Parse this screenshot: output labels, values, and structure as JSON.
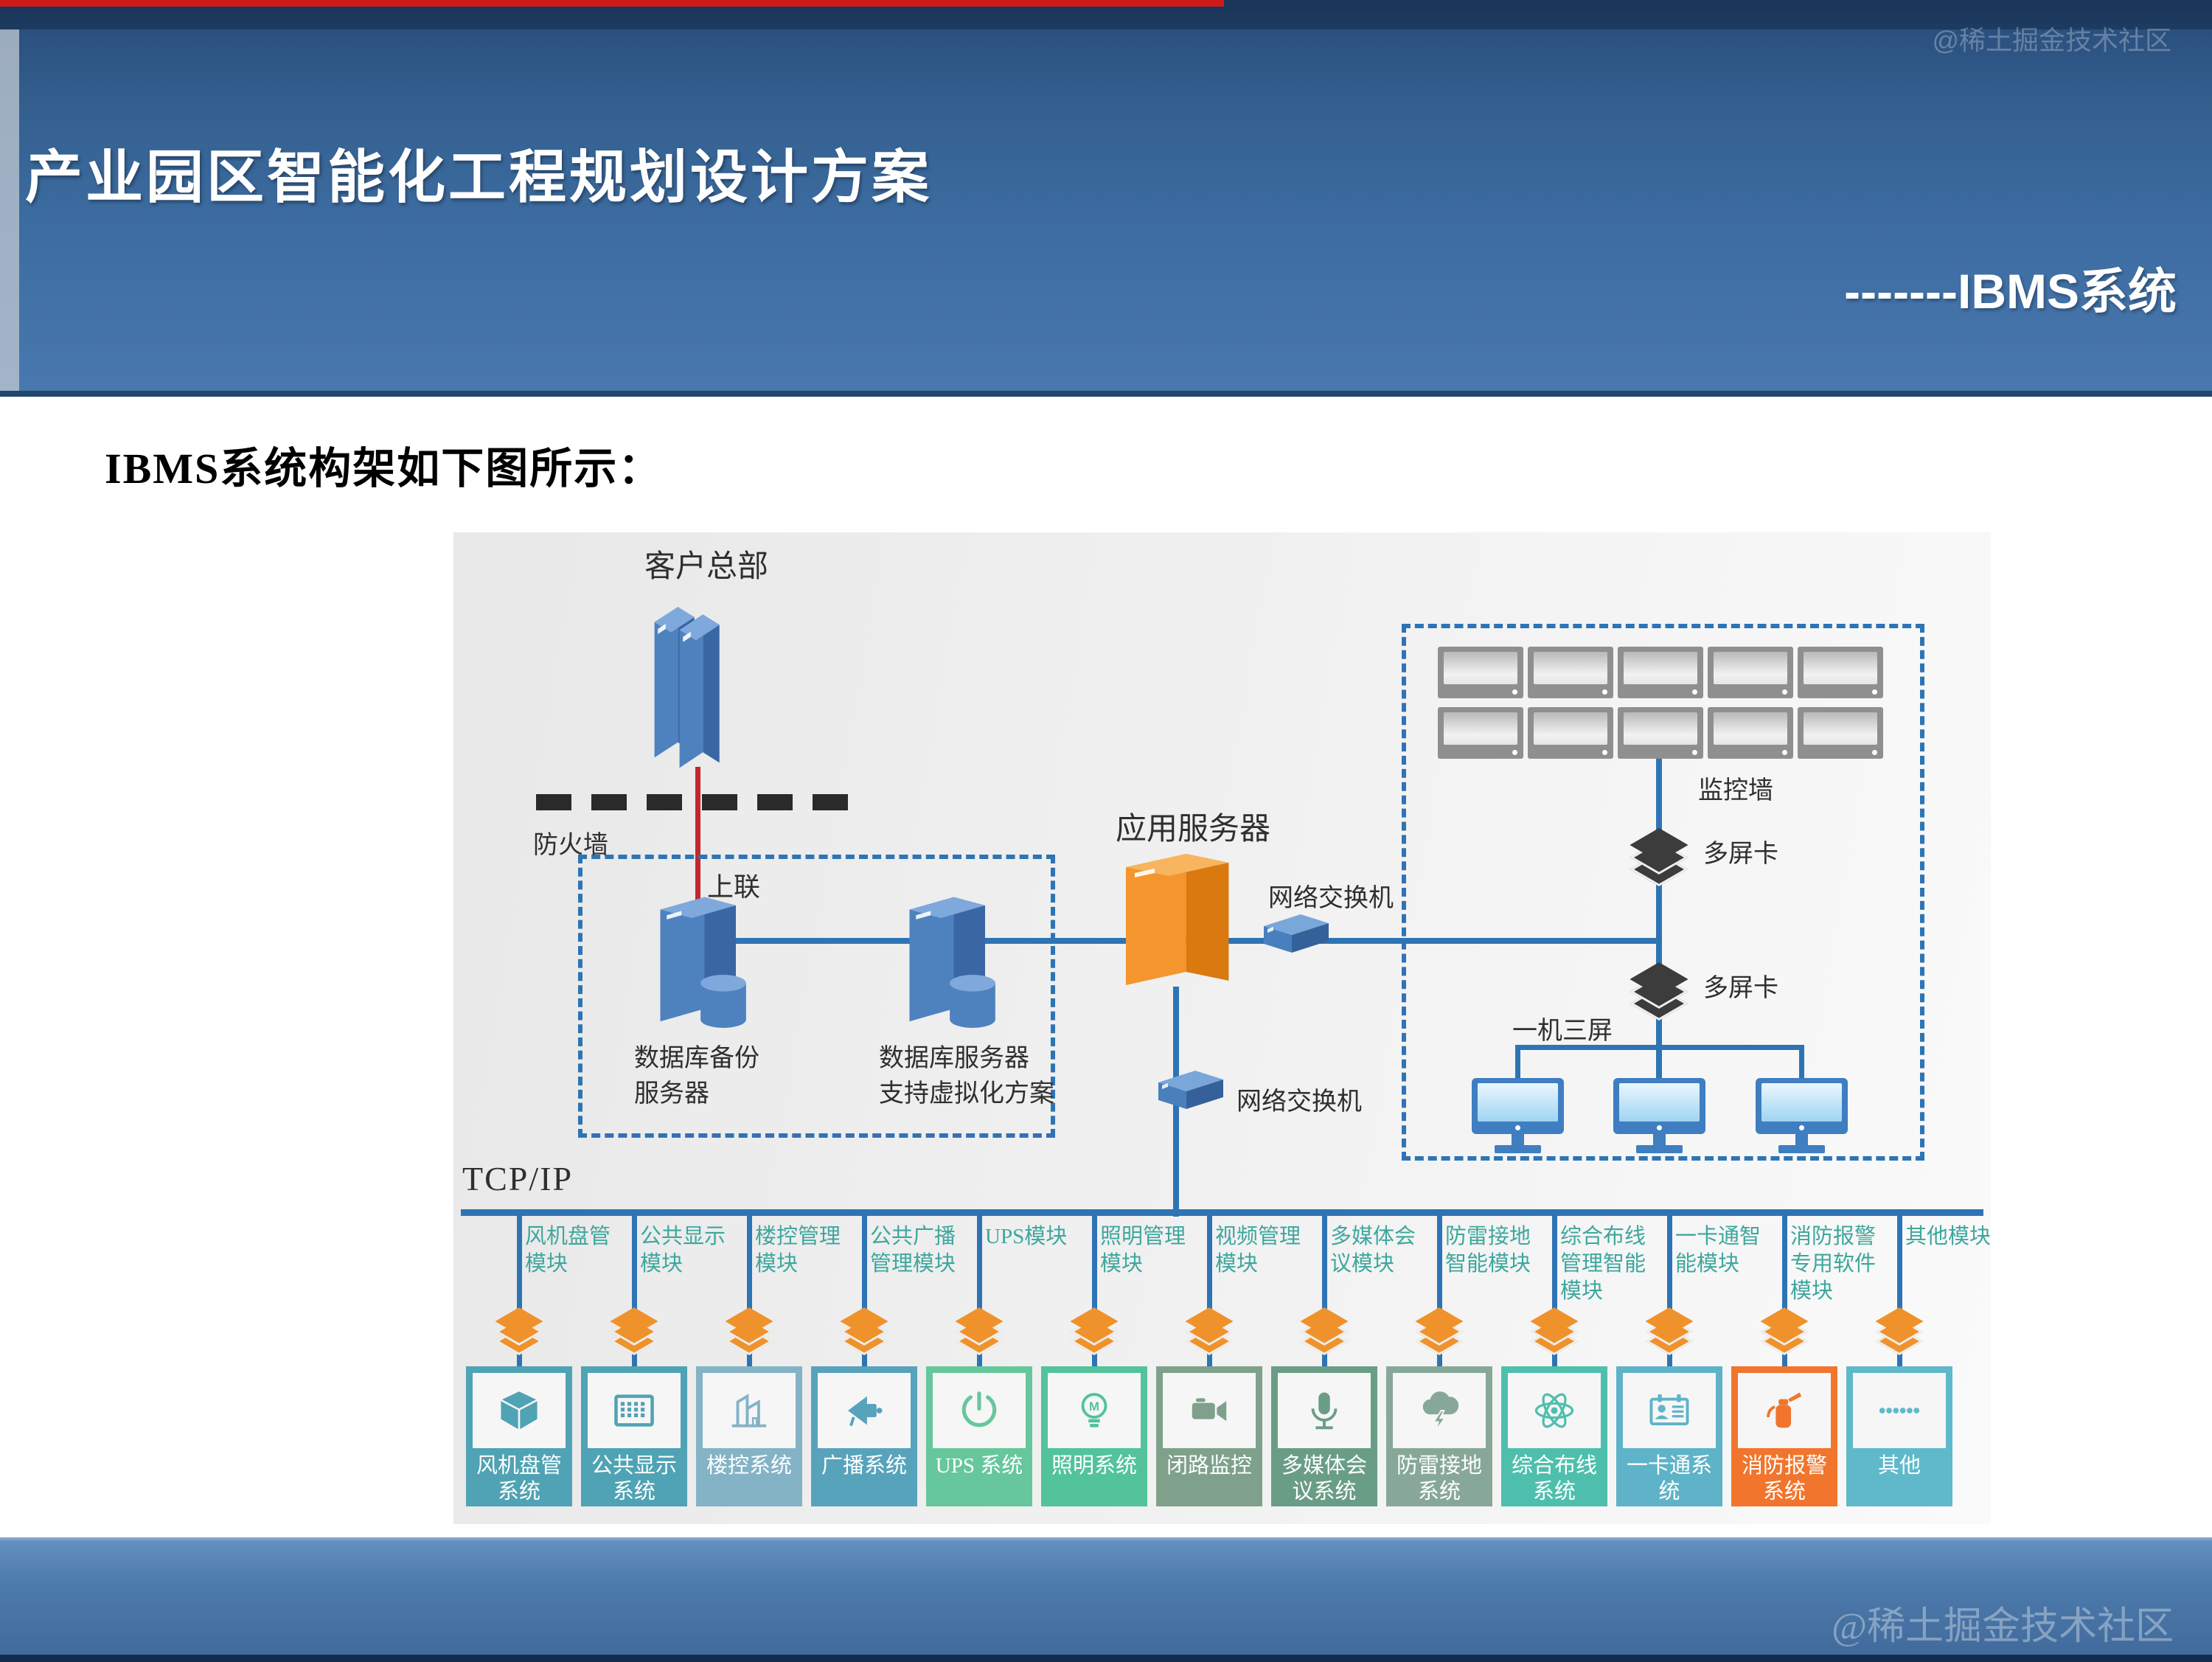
{
  "page": {
    "title": "产业园区智能化工程规划设计方案",
    "subtitle": "-------IBMS系统",
    "watermark": "@稀土掘金技术社区",
    "body_heading": "IBMS系统构架如下图所示："
  },
  "colors": {
    "accent_blue": "#2E74B5",
    "header_navy": "#24456C",
    "footer_blue": "#4D7BAC",
    "uplink_red": "#C1272D",
    "diamond_orange": "#F0922B",
    "diamond_dark": "#3C3C3C",
    "module_label_teal": "#3EA79E"
  },
  "diagram": {
    "hq_label": "客户总部",
    "firewall_label": "防火墙",
    "uplink_label": "上联",
    "db_backup_label": [
      "数据库备份",
      "服务器"
    ],
    "db_server_label": [
      "数据库服务器",
      "支持虚拟化方案"
    ],
    "app_server_label": "应用服务器",
    "switch1_label": "网络交换机",
    "switch2_label": "网络交换机",
    "monitor_wall_label": "监控墙",
    "multi_screen_card1_label": "多屏卡",
    "multi_screen_card2_label": "多屏卡",
    "one_machine_three_screens_label": "一机三屏",
    "tcpip_label": "TCP/IP",
    "monitor_wall": {
      "rows": 2,
      "cols": 5
    },
    "client_monitor_count": 3,
    "modules": [
      {
        "module": "风机盘管模块",
        "system": "风机盘管系统",
        "icon": "cube-icon",
        "color": "#4FA3B4"
      },
      {
        "module": "公共显示模块",
        "system": "公共显示系统",
        "icon": "display-grid-icon",
        "color": "#4FA3B4"
      },
      {
        "module": "楼控管理模块",
        "system": "楼控系统",
        "icon": "building-icon",
        "color": "#84B3C6"
      },
      {
        "module": "公共广播管理模块",
        "system": "广播系统",
        "icon": "megaphone-icon",
        "color": "#57A3BC"
      },
      {
        "module": "UPS模块",
        "system": "UPS 系统",
        "icon": "power-icon",
        "color": "#66C79C"
      },
      {
        "module": "照明管理模块",
        "system": "照明系统",
        "icon": "bulb-icon",
        "color": "#52C39B"
      },
      {
        "module": "视频管理模块",
        "system": "闭路监控",
        "icon": "camera-icon",
        "color": "#7FA18B"
      },
      {
        "module": "多媒体会议模块",
        "system": "多媒体会议系统",
        "icon": "microphone-icon",
        "color": "#6A9D86"
      },
      {
        "module": "防雷接地智能模块",
        "system": "防雷接地系统",
        "icon": "cloud-lightning-icon",
        "color": "#87A898"
      },
      {
        "module": "综合布线管理智能模块",
        "system": "综合布线系统",
        "icon": "atom-icon",
        "color": "#4FBFAD"
      },
      {
        "module": "一卡通智能模块",
        "system": "一卡通系统",
        "icon": "id-card-icon",
        "color": "#5FB3C8"
      },
      {
        "module": "消防报警专用软件模块",
        "system": "消防报警系统",
        "icon": "fire-extinguisher-icon",
        "color": "#F1752C"
      },
      {
        "module": "其他模块",
        "system": "其他",
        "icon": "dots-icon",
        "color": "#5FB9CB"
      }
    ]
  }
}
